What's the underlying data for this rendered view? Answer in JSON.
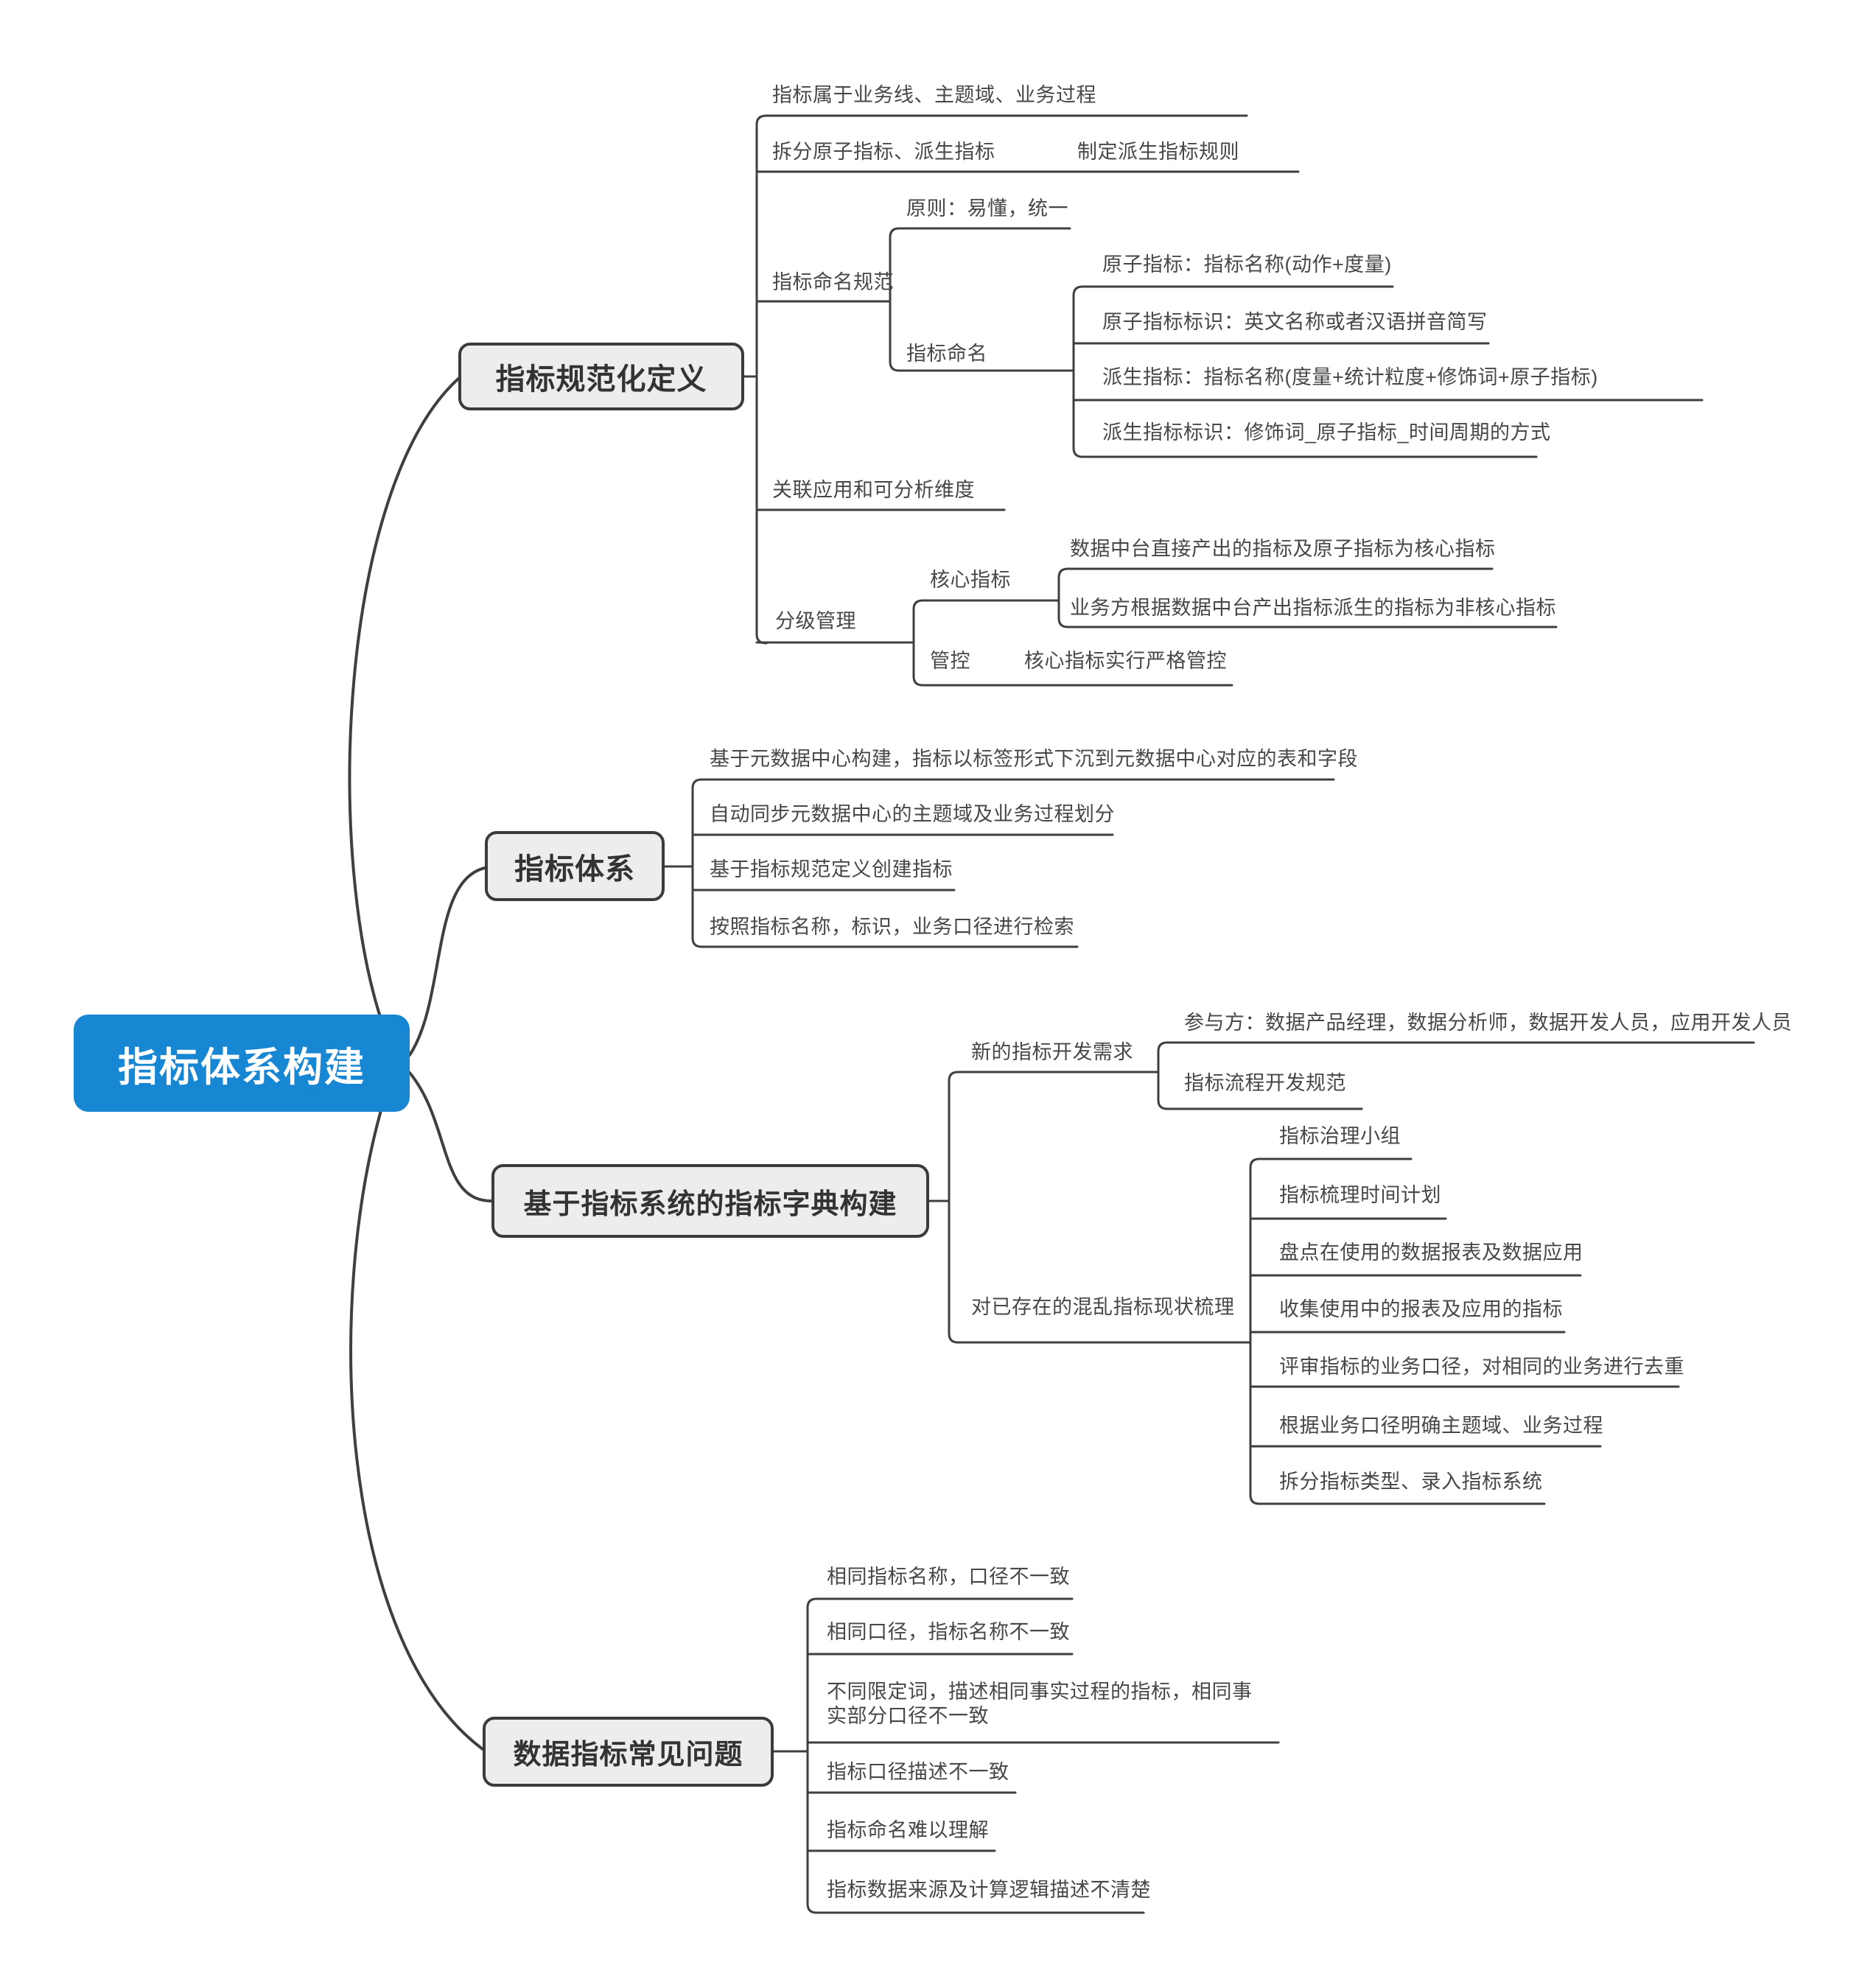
{
  "colors": {
    "root_fill": "#1786D3",
    "root_text": "#FFFFFF",
    "branch_fill": "#EDEDED",
    "branch_border": "#3B3B3B",
    "line": "#3F3F3F",
    "leaf_text": "#474747"
  },
  "mindmap": {
    "root": "指标体系构建",
    "branch1": {
      "label": "指标规范化定义",
      "belongs": "指标属于业务线、主题域、业务过程",
      "split": {
        "label": "拆分原子指标、派生指标",
        "rule": "制定派生指标规则"
      },
      "naming_spec": {
        "label": "指标命名规范",
        "principle": "原则：易懂，统一",
        "naming": {
          "label": "指标命名",
          "atomic": "原子指标：指标名称(动作+度量)",
          "atomic_id": "原子指标标识：英文名称或者汉语拼音简写",
          "derived": "派生指标：指标名称(度量+统计粒度+修饰词+原子指标)",
          "derived_id": "派生指标标识：修饰词_原子指标_时间周期的方式"
        }
      },
      "dimension": "关联应用和可分析维度",
      "grading": {
        "label": "分级管理",
        "core": {
          "label": "核心指标",
          "def1": "数据中台直接产出的指标及原子指标为核心指标",
          "def2": "业务方根据数据中台产出指标派生的指标为非核心指标"
        },
        "control": {
          "label": "管控",
          "rule": "核心指标实行严格管控"
        }
      }
    },
    "branch2": {
      "label": "指标体系",
      "items": [
        "基于元数据中心构建，指标以标签形式下沉到元数据中心对应的表和字段",
        "自动同步元数据中心的主题域及业务过程划分",
        "基于指标规范定义创建指标",
        "按照指标名称，标识，业务口径进行检索"
      ]
    },
    "branch3": {
      "label": "基于指标系统的指标字典构建",
      "new_dev": {
        "label": "新的指标开发需求",
        "participants": "参与方：数据产品经理，数据分析师，数据开发人员，应用开发人员",
        "spec": "指标流程开发规范"
      },
      "cleanup": {
        "label": "对已存在的混乱指标现状梳理",
        "steps": [
          "指标治理小组",
          "指标梳理时间计划",
          "盘点在使用的数据报表及数据应用",
          "收集使用中的报表及应用的指标",
          "评审指标的业务口径，对相同的业务进行去重",
          "根据业务口径明确主题域、业务过程",
          "拆分指标类型、录入指标系统"
        ]
      }
    },
    "branch4": {
      "label": "数据指标常见问题",
      "problems": [
        "相同指标名称，口径不一致",
        "相同口径，指标名称不一致",
        "不同限定词，描述相同事实过程的指标，相同事实部分口径不一致",
        "指标口径描述不一致",
        "指标命名难以理解",
        "指标数据来源及计算逻辑描述不清楚"
      ]
    }
  }
}
